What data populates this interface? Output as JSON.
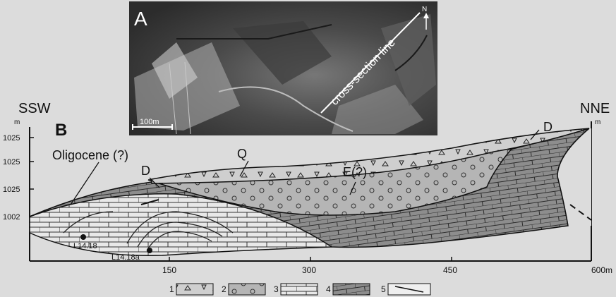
{
  "photo": {
    "label": "A",
    "scale_text": "100m",
    "line_label": "cross-section line",
    "north_label": "N"
  },
  "section": {
    "label": "B",
    "left_end": "SSW",
    "right_end": "NNE",
    "y_unit": "m",
    "y_ticks": [
      "1025",
      "1025",
      "1025",
      "1002"
    ],
    "x_ticks": [
      "150",
      "300",
      "450",
      "600m"
    ],
    "unit_labels": {
      "oligocene": "Oligocene (?)",
      "q": "Q",
      "e": "E(?)",
      "d_left": "D",
      "d_right": "D"
    },
    "samples": [
      "L14.18",
      "L14.18a"
    ]
  },
  "legend": [
    {
      "num": "1",
      "pattern": "triangles"
    },
    {
      "num": "2",
      "pattern": "circles"
    },
    {
      "num": "3",
      "pattern": "limestone"
    },
    {
      "num": "4",
      "pattern": "dark-bricks"
    },
    {
      "num": "5",
      "pattern": "fault"
    }
  ]
}
